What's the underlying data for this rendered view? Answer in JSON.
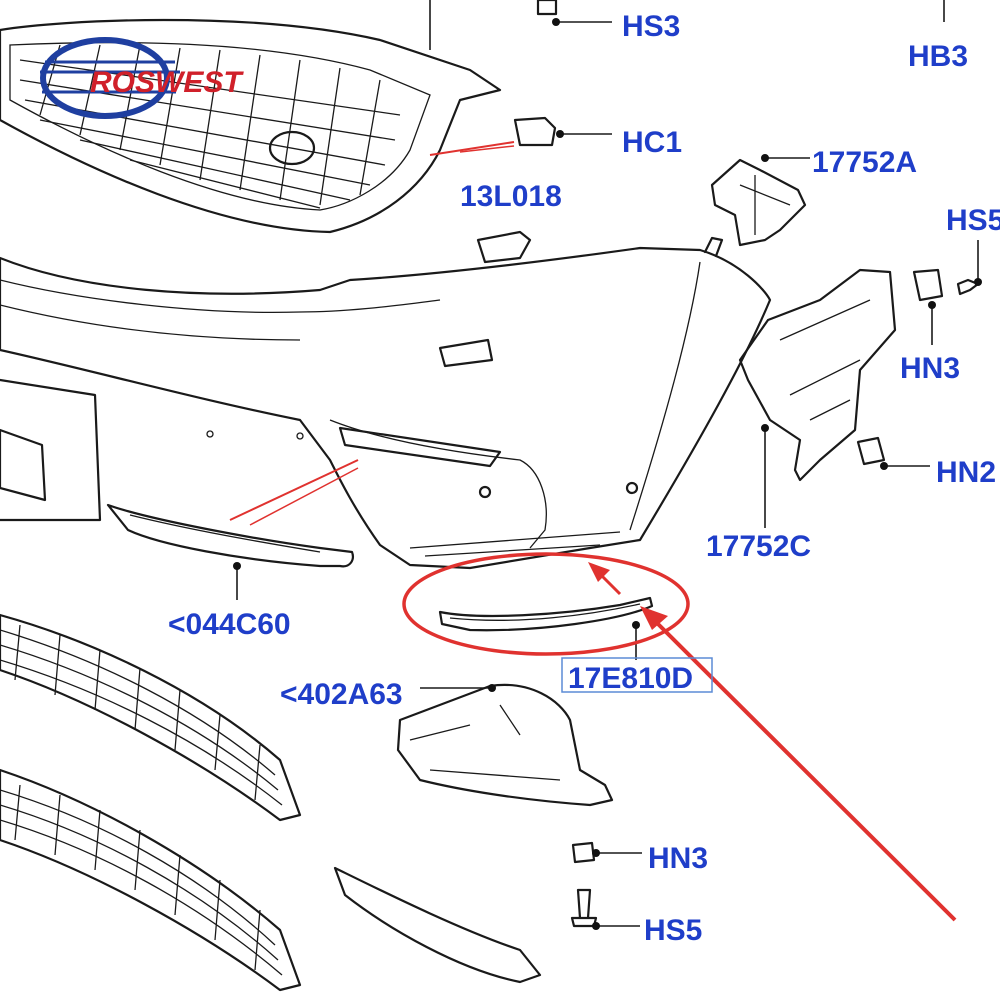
{
  "logo": {
    "text": "ROSWEST",
    "color_red": "#d0202a",
    "color_blue": "#1f3fa0"
  },
  "callouts": {
    "hs3_top": "HS3",
    "hb3": "HB3",
    "hc1": "HC1",
    "p17752a": "17752A",
    "p13l018": "13L018",
    "hs5_right": "HS5",
    "hn3_right": "HN3",
    "hn2": "HN2",
    "p17752c": "17752C",
    "p044c60": "<044C60",
    "p17e810d": "17E810D",
    "p402a63": "<402A63",
    "hn3_bottom": "HN3",
    "hs5_bottom": "HS5"
  },
  "highlight": {
    "target": "17E810D",
    "color": "#e0322f"
  },
  "colors": {
    "callout": "#1f3ec9",
    "line": "#1a1a1a"
  }
}
